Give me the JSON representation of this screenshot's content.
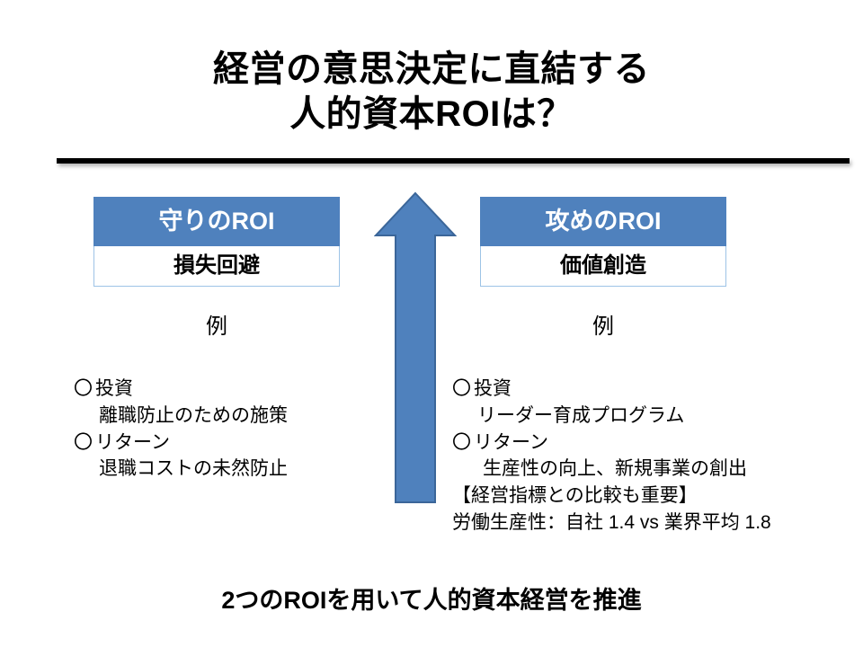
{
  "slide": {
    "title_lines": [
      "経営の意思決定に直結する",
      "人的資本ROIは？"
    ],
    "footer": "2つのROIを用いて人的資本経営を推進"
  },
  "colors": {
    "accent_blue": "#4F81BD",
    "box_border_light": "#9DC3E6",
    "rule_black": "#000000",
    "text_black": "#000000",
    "head_text_white": "#FFFFFF"
  },
  "defense": {
    "head": "守りのROI",
    "sub": "損失回避",
    "example_label": "例",
    "lines": [
      {
        "bullet": "〇",
        "text": "投資",
        "indent": 0
      },
      {
        "bullet": "",
        "text": "離職防止のための施策",
        "indent": 1
      },
      {
        "bullet": "〇",
        "text": "リターン",
        "indent": 0
      },
      {
        "bullet": "",
        "text": "退職コストの未然防止",
        "indent": 1
      }
    ]
  },
  "offense": {
    "head": "攻めのROI",
    "sub": "価値創造",
    "example_label": "例",
    "lines": [
      {
        "bullet": "〇",
        "text": "投資",
        "indent": 0
      },
      {
        "bullet": "",
        "text": "リーダー育成プログラム",
        "indent": 1
      },
      {
        "bullet": "〇",
        "text": "リターン",
        "indent": 0
      },
      {
        "bullet": "",
        "text": "生産性の向上、新規事業の創出",
        "indent": 2
      },
      {
        "bullet": "",
        "text": "【経営指標との比較も重要】",
        "indent": 0
      },
      {
        "bullet": "",
        "text": "労働生産性：自社 1.4 vs 業界平均 1.8",
        "indent": 0
      }
    ],
    "metric": {
      "name": "労働生産性",
      "own_company_value": "1.4",
      "industry_average_value": "1.8",
      "comparator": "vs"
    }
  },
  "arrow": {
    "direction": "up",
    "color": "#4F81BD"
  }
}
